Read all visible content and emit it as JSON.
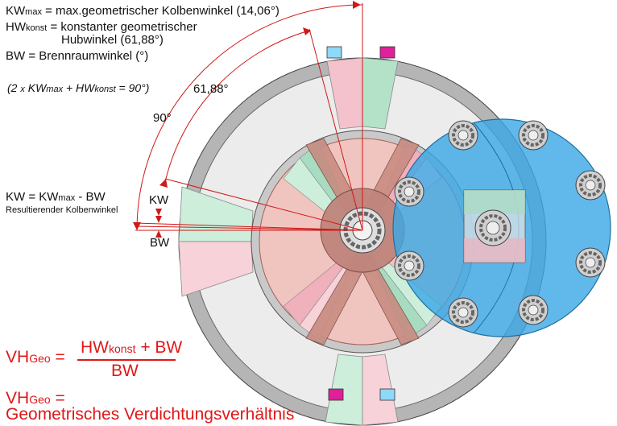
{
  "legend": {
    "kwmax_sym": "KW",
    "kwmax_sub": "max",
    "kwmax_def": "= max.geometrischer Kolbenwinkel (14,06°)",
    "hwkonst_sym": "HW",
    "hwkonst_sub": "konst",
    "hwkonst_def1": "= konstanter geometrischer",
    "hwkonst_def2": "Hubwinkel (61,88°)",
    "bw_def": "BW = Brennraumwinkel (°)",
    "eq_open": "(2",
    "eq_times": "x",
    "eq_kw": "KW",
    "eq_kw_sub": "max",
    "eq_plus": "+ HW",
    "eq_hw_sub": "konst",
    "eq_rest": "= 90°)"
  },
  "angles": {
    "deg90": "90°",
    "deg6188": "61,88°",
    "kw": "KW",
    "bw": "BW"
  },
  "kw_formula": {
    "lhs": "KW = KW",
    "sub": "max",
    "rhs": "- BW",
    "caption": "Resultierender Kolbenwinkel"
  },
  "vh_formula": {
    "lhs": "VH",
    "lhs_sub": "Geo",
    "eq": "=",
    "num_hw": "HW",
    "num_sub": "konst",
    "num_rest": "+ BW",
    "den": "BW"
  },
  "vh_definition": {
    "lhs": "VH",
    "lhs_sub": "Geo",
    "eq": "=",
    "text": "Geometrisches Verdichtungsverhältnis"
  },
  "colors": {
    "red_text": "#e01818",
    "housing": "#b5b5b5",
    "blue_disc": "#3aa8e6",
    "green": "#a8dcc0",
    "pink": "#f0b0bc",
    "rotor": "#d79a8e",
    "magenta_marker": "#e0209a",
    "cyan_marker": "#8ed8f8"
  }
}
